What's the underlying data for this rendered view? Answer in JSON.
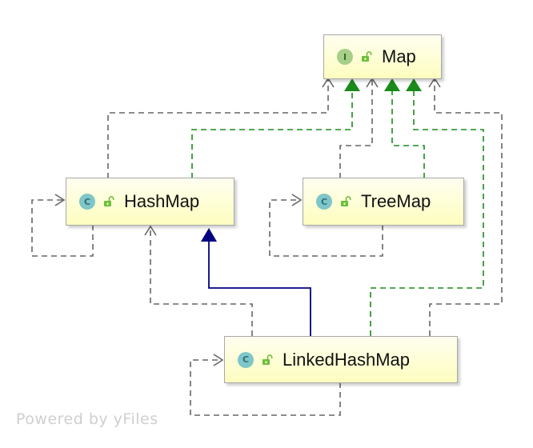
{
  "nodes": {
    "map": {
      "badge": "I",
      "label": "Map",
      "kind": "interface"
    },
    "hashmap": {
      "badge": "C",
      "label": "HashMap",
      "kind": "class"
    },
    "treemap": {
      "badge": "C",
      "label": "TreeMap",
      "kind": "class"
    },
    "linkedhashmap": {
      "badge": "C",
      "label": "LinkedHashMap",
      "kind": "class"
    }
  },
  "edges": [
    {
      "from": "HashMap",
      "to": "Map",
      "type": "implements"
    },
    {
      "from": "HashMap",
      "to": "Map",
      "type": "dependency"
    },
    {
      "from": "TreeMap",
      "to": "Map",
      "type": "implements"
    },
    {
      "from": "TreeMap",
      "to": "Map",
      "type": "dependency"
    },
    {
      "from": "LinkedHashMap",
      "to": "Map",
      "type": "implements"
    },
    {
      "from": "LinkedHashMap",
      "to": "Map",
      "type": "dependency"
    },
    {
      "from": "LinkedHashMap",
      "to": "HashMap",
      "type": "extends"
    },
    {
      "from": "LinkedHashMap",
      "to": "HashMap",
      "type": "dependency"
    },
    {
      "from": "HashMap",
      "to": "HashMap",
      "type": "dependency"
    },
    {
      "from": "TreeMap",
      "to": "TreeMap",
      "type": "dependency"
    },
    {
      "from": "LinkedHashMap",
      "to": "LinkedHashMap",
      "type": "dependency"
    }
  ],
  "colors": {
    "implements": "#1a8a1a",
    "extends": "#000080",
    "dependency": "#666666",
    "node_fill": "#fdfdc4",
    "interface_badge": "#a6cf88",
    "class_badge": "#7ec6c8",
    "lock": "#6cbf3a"
  },
  "icons": {
    "visibility": "unlocked-padlock-icon"
  },
  "watermark": "Powered by yFiles"
}
